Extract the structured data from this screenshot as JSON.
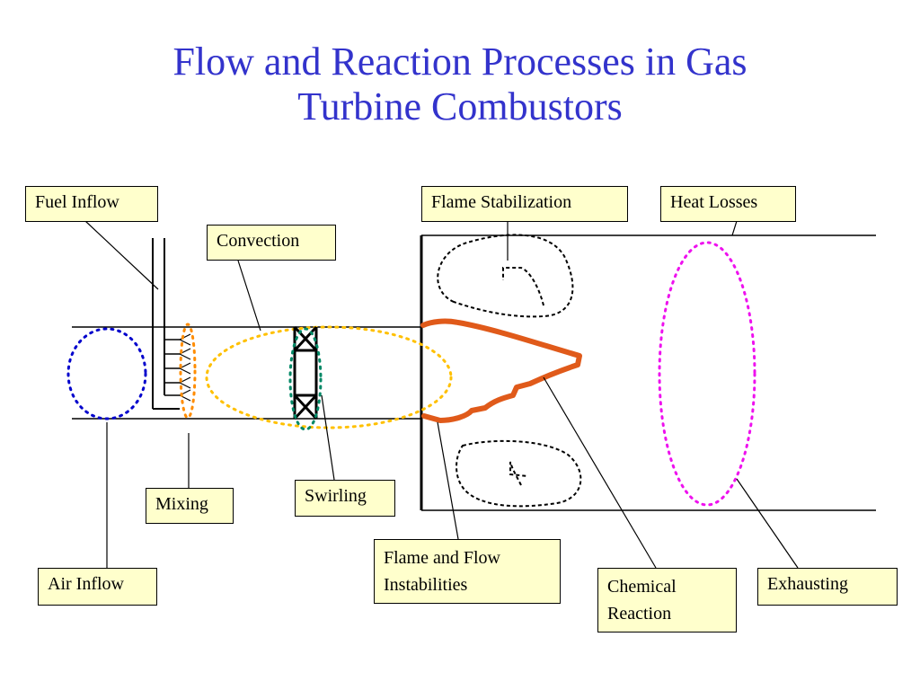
{
  "title": {
    "line1": "Flow and Reaction Processes in Gas",
    "line2": "Turbine Combustors"
  },
  "labels": {
    "fuel_inflow": "Fuel Inflow",
    "convection": "Convection",
    "flame_stabilization": "Flame Stabilization",
    "heat_losses": "Heat Losses",
    "mixing": "Mixing",
    "swirling": "Swirling",
    "air_inflow": "Air Inflow",
    "flame_flow_line1": "Flame and Flow",
    "flame_flow_line2": "Instabilities",
    "chemical_line1": "Chemical",
    "chemical_line2": "Reaction",
    "exhausting": "Exhausting"
  },
  "colors": {
    "title": "#3333cc",
    "label_bg": "#ffffcc",
    "air_inflow_ring": "#0000cc",
    "mixing_ring": "#ff8c00",
    "convection_ring": "#ffc000",
    "swirl_ring": "#008866",
    "flame": "#e05a1a",
    "exhaust_ring": "#ee11ee",
    "recirculation": "#000000"
  }
}
